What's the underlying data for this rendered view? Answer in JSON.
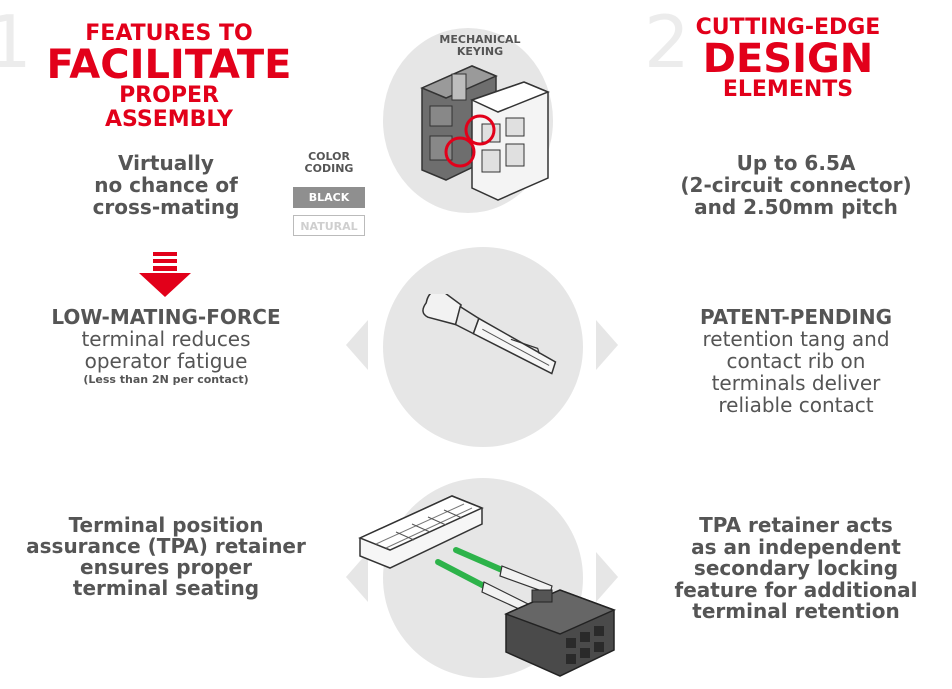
{
  "left_header": {
    "number": "1",
    "line1": "FEATURES TO",
    "line2": "FACILITATE",
    "line3": "PROPER",
    "line4": "ASSEMBLY"
  },
  "right_header": {
    "number": "2",
    "line1": "CUTTING-EDGE",
    "line2": "DESIGN",
    "line3": "ELEMENTS"
  },
  "mechanical_keying": {
    "line1": "MECHANICAL",
    "line2": "KEYING"
  },
  "color_coding": {
    "line1": "COLOR",
    "line2": "CODING",
    "black_label": "BLACK",
    "natural_label": "NATURAL"
  },
  "feature_cross_mating": {
    "line1": "Virtually",
    "line2": "no chance of",
    "line3": "cross-mating"
  },
  "feature_low_force": {
    "title": "LOW-MATING-FORCE",
    "line1": "terminal reduces",
    "line2": "operator fatigue",
    "note": "(Less than 2N per contact)"
  },
  "feature_tpa": {
    "line1": "Terminal position",
    "line2": "assurance (TPA) retainer",
    "line3": "ensures proper",
    "line4": "terminal seating"
  },
  "feature_current": {
    "line1": "Up to 6.5A",
    "line2": "(2-circuit connector)",
    "line3": "and 2.50mm pitch"
  },
  "feature_patent": {
    "title": "PATENT-PENDING",
    "line1": "retention tang and",
    "line2": "contact rib on",
    "line3": "terminals deliver",
    "line4": "reliable contact"
  },
  "feature_tpa_lock": {
    "line1": "TPA retainer acts",
    "line2": "as an independent",
    "line3": "secondary locking",
    "line4": "feature for additional",
    "line5": "terminal retention"
  },
  "colors": {
    "accent_red": "#e2001a",
    "text_gray": "#555555",
    "circle_gray": "#e6e6e6",
    "wire_green": "#2db34a",
    "housing_dark": "#4a4a4a"
  },
  "icons": [
    "down-arrow-icon",
    "left-chevron-icon",
    "right-chevron-icon"
  ]
}
